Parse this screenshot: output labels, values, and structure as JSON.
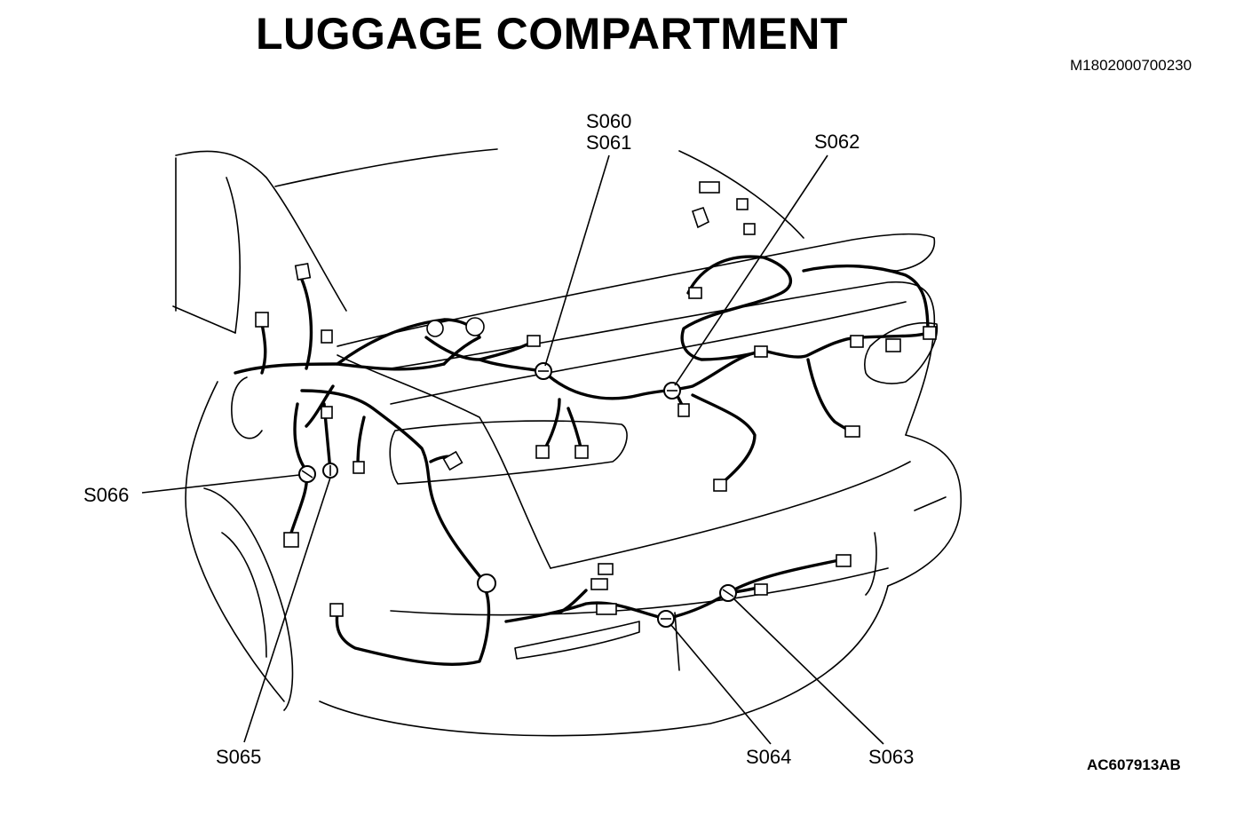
{
  "title": "LUGGAGE COMPARTMENT",
  "document_id": "M1802000700230",
  "figure_id": "AC607913AB",
  "splices": {
    "s060": "S060",
    "s061": "S061",
    "s062": "S062",
    "s063": "S063",
    "s064": "S064",
    "s065": "S065",
    "s066": "S066"
  },
  "colors": {
    "line": "#000000",
    "background": "#ffffff"
  }
}
